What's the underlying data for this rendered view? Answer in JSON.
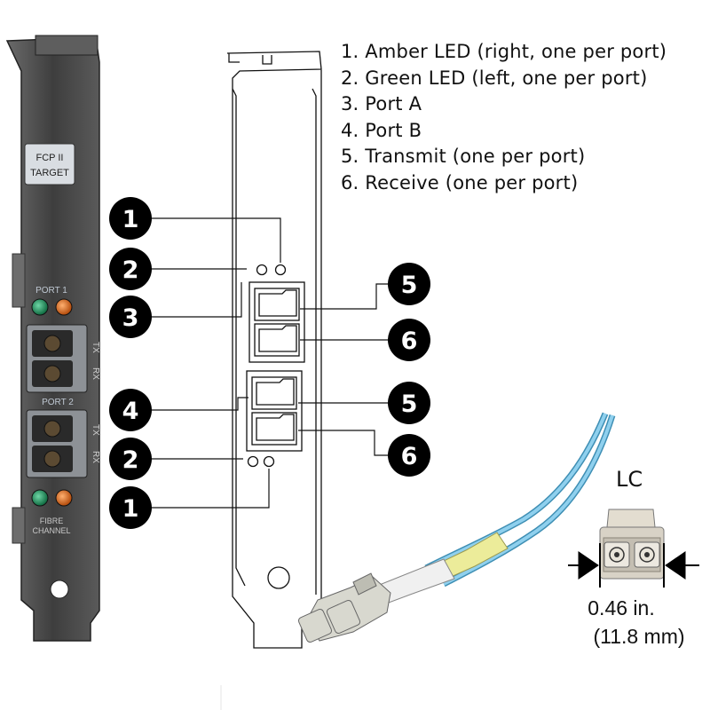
{
  "legend": {
    "items": [
      "1. Amber LED (right, one per port)",
      "2. Green LED (left, one per port)",
      "3. Port A",
      "4. Port B",
      "5. Transmit (one per port)",
      "6. Receive (one per port)"
    ]
  },
  "photo": {
    "badge_line1": "FCP II",
    "badge_line2": "TARGET",
    "port1_label": "PORT 1",
    "port2_label": "PORT 2",
    "tx_label": "TX",
    "rx_label": "RX",
    "footer_line1": "FIBRE",
    "footer_line2": "CHANNEL"
  },
  "callouts": {
    "amber_top": "1",
    "green_top": "2",
    "port_a": "3",
    "port_b": "4",
    "transmit_a": "5",
    "receive_a": "6",
    "transmit_b": "5",
    "receive_b": "6",
    "green_bottom": "2",
    "amber_bottom": "1"
  },
  "connector": {
    "type_label": "LC",
    "width_in": "0.46 in.",
    "width_mm": "(11.8 mm)"
  },
  "colors": {
    "bracket_metal": "#4a4a4a",
    "led_green": "#1f8a5a",
    "led_amber": "#d86a1a",
    "cable_blue": "#7ec4e6",
    "cable_yellow": "#ecec9a",
    "callout_fill": "#000000"
  }
}
